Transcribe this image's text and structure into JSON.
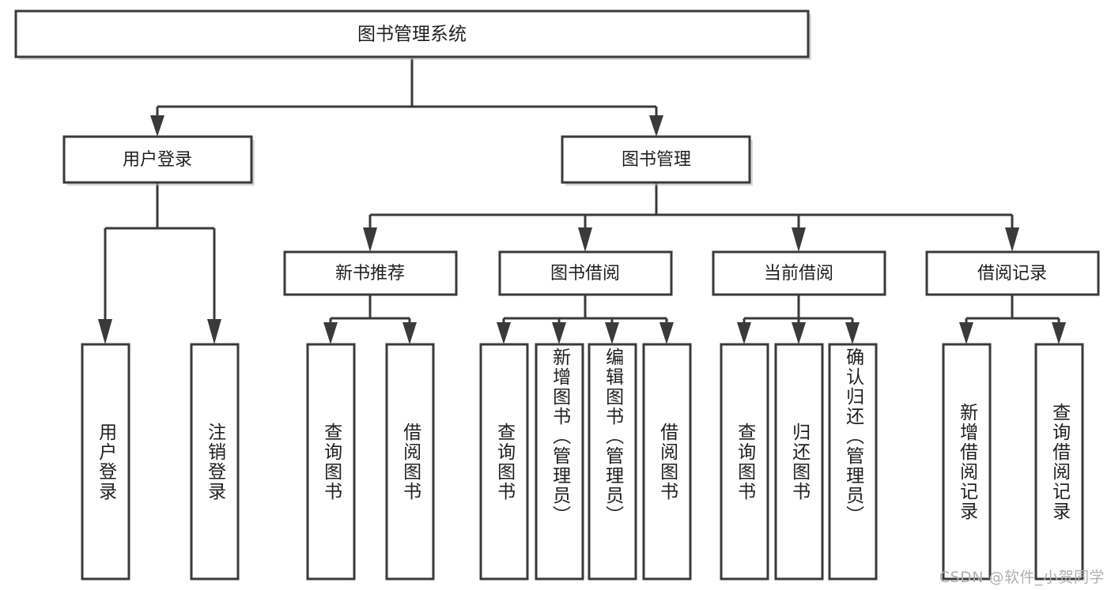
{
  "diagram": {
    "type": "tree",
    "title": "图书管理系统",
    "watermark": "CSDN @软件_小贺同学",
    "colors": {
      "stroke": "#3a3a3a",
      "fill": "#ffffff",
      "text": "#1f1f1f",
      "watermark": "#b0b0b0",
      "background": "#ffffff"
    },
    "root": {
      "label": "图书管理系统"
    },
    "level2": [
      {
        "label": "用户登录"
      },
      {
        "label": "图书管理"
      }
    ],
    "level3": [
      {
        "label": "新书推荐"
      },
      {
        "label": "图书借阅"
      },
      {
        "label": "当前借阅"
      },
      {
        "label": "借阅记录"
      }
    ],
    "leaves": {
      "user_login": [
        {
          "label": "用户登录"
        },
        {
          "label": "注销登录"
        }
      ],
      "new_book_recommend": [
        {
          "label": "查询图书"
        },
        {
          "label": "借阅图书"
        }
      ],
      "book_borrow": [
        {
          "label": "查询图书"
        },
        {
          "label": "新增图书（管理员）"
        },
        {
          "label": "编辑图书（管理员）"
        },
        {
          "label": "借阅图书"
        }
      ],
      "current_borrow": [
        {
          "label": "查询图书"
        },
        {
          "label": "归还图书"
        },
        {
          "label": "确认归还（管理员）"
        }
      ],
      "borrow_record": [
        {
          "label": "新增借阅记录"
        },
        {
          "label": "查询借阅记录"
        }
      ]
    }
  }
}
